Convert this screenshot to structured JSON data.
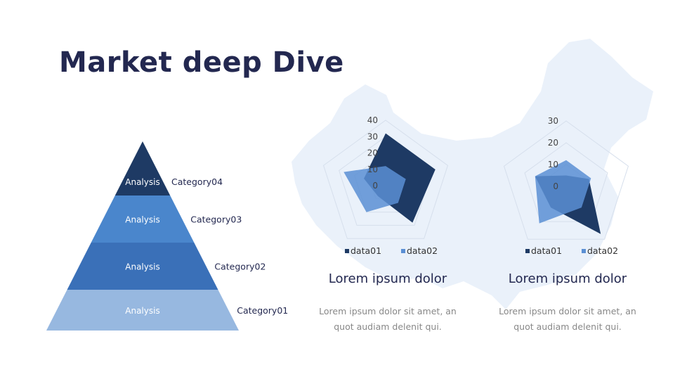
{
  "title": "Market deep Dive",
  "colors": {
    "dark": "#1e3a64",
    "mid": "#4a86cc",
    "mid2": "#3a70b8",
    "light": "#97b8e0",
    "map": "#eaf1fa",
    "title": "#232850"
  },
  "pyramid": [
    {
      "label": "Analysis",
      "category": "Category04",
      "color": "#1e3a64"
    },
    {
      "label": "Analysis",
      "category": "Category03",
      "color": "#4a86cc"
    },
    {
      "label": "Analysis",
      "category": "Category02",
      "color": "#3a70b8"
    },
    {
      "label": "Analysis",
      "category": "Category01",
      "color": "#97b8e0"
    }
  ],
  "chart_data": [
    {
      "type": "radar",
      "ticks": [
        0,
        10,
        20,
        30,
        40
      ],
      "rmax": 40,
      "series": [
        {
          "name": "data01",
          "color": "#1e3a64",
          "values": [
            32,
            32,
            28,
            8,
            14
          ]
        },
        {
          "name": "data02",
          "color": "#5b8fd4",
          "values": [
            12,
            13,
            13,
            20,
            27
          ]
        }
      ],
      "legend": "bottom"
    },
    {
      "type": "radar",
      "ticks": [
        0,
        10,
        20,
        30
      ],
      "rmax": 30,
      "series": [
        {
          "name": "data01",
          "color": "#1e3a64",
          "values": [
            5,
            11,
            27,
            12,
            15
          ]
        },
        {
          "name": "data02",
          "color": "#5b8fd4",
          "values": [
            12,
            12,
            12,
            21,
            15
          ]
        }
      ],
      "legend": "bottom"
    }
  ],
  "panels": [
    {
      "heading": "Lorem ipsum dolor",
      "text1": "Lorem ipsum dolor sit amet, an",
      "text2": "quot audiam delenit qui."
    },
    {
      "heading": "Lorem ipsum dolor",
      "text1": "Lorem ipsum dolor sit amet, an",
      "text2": "quot audiam delenit qui."
    }
  ]
}
